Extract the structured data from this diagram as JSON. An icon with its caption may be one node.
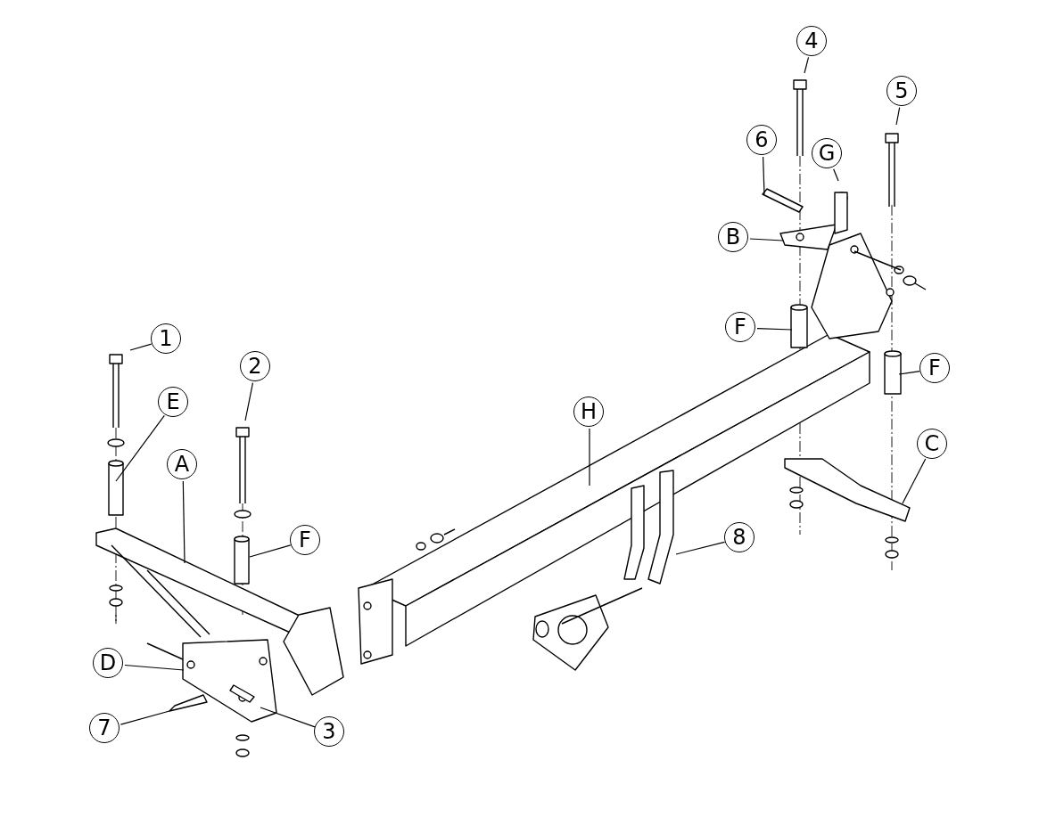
{
  "diagram": {
    "nodes": [
      {
        "text": [
          "4"
        ]
      },
      {
        "text": [
          "5"
        ]
      },
      {
        "text": [
          "6"
        ]
      },
      {
        "text": [
          "G"
        ]
      },
      {
        "text": [
          "B"
        ]
      },
      {
        "text": [
          "F"
        ]
      },
      {
        "text": [
          "1"
        ]
      },
      {
        "text": [
          "F"
        ]
      },
      {
        "text": [
          "E"
        ]
      },
      {
        "text": [
          "H"
        ]
      },
      {
        "text": [
          "C"
        ]
      },
      {
        "text": [
          "A"
        ]
      },
      {
        "text": [
          "2"
        ]
      },
      {
        "text": [
          "F"
        ]
      },
      {
        "text": [
          "8"
        ]
      },
      {
        "text": [
          "D"
        ]
      },
      {
        "text": [
          "7"
        ]
      },
      {
        "text": [
          "3"
        ]
      }
    ],
    "edges": [
      {
        "from": 0,
        "to": null,
        "arrow": "none"
      },
      {
        "from": 1,
        "to": null,
        "arrow": "none"
      },
      {
        "from": 2,
        "to": null,
        "arrow": "none"
      },
      {
        "from": 3,
        "to": null,
        "arrow": "none"
      },
      {
        "from": 4,
        "to": null,
        "arrow": "none"
      },
      {
        "from": 5,
        "to": null,
        "arrow": "none"
      },
      {
        "from": 6,
        "to": null,
        "arrow": "none"
      },
      {
        "from": 7,
        "to": null,
        "arrow": "none"
      },
      {
        "from": 8,
        "to": null,
        "arrow": "none"
      },
      {
        "from": 9,
        "to": null,
        "arrow": "none"
      },
      {
        "from": 10,
        "to": null,
        "arrow": "none"
      },
      {
        "from": 11,
        "to": null,
        "arrow": "none"
      },
      {
        "from": 12,
        "to": null,
        "arrow": "none"
      },
      {
        "from": 13,
        "to": null,
        "arrow": "none"
      },
      {
        "from": 14,
        "to": null,
        "arrow": "none"
      },
      {
        "from": 15,
        "to": null,
        "arrow": "none"
      },
      {
        "from": 16,
        "to": null,
        "arrow": "none"
      },
      {
        "from": 17,
        "to": null,
        "arrow": "none"
      }
    ]
  }
}
